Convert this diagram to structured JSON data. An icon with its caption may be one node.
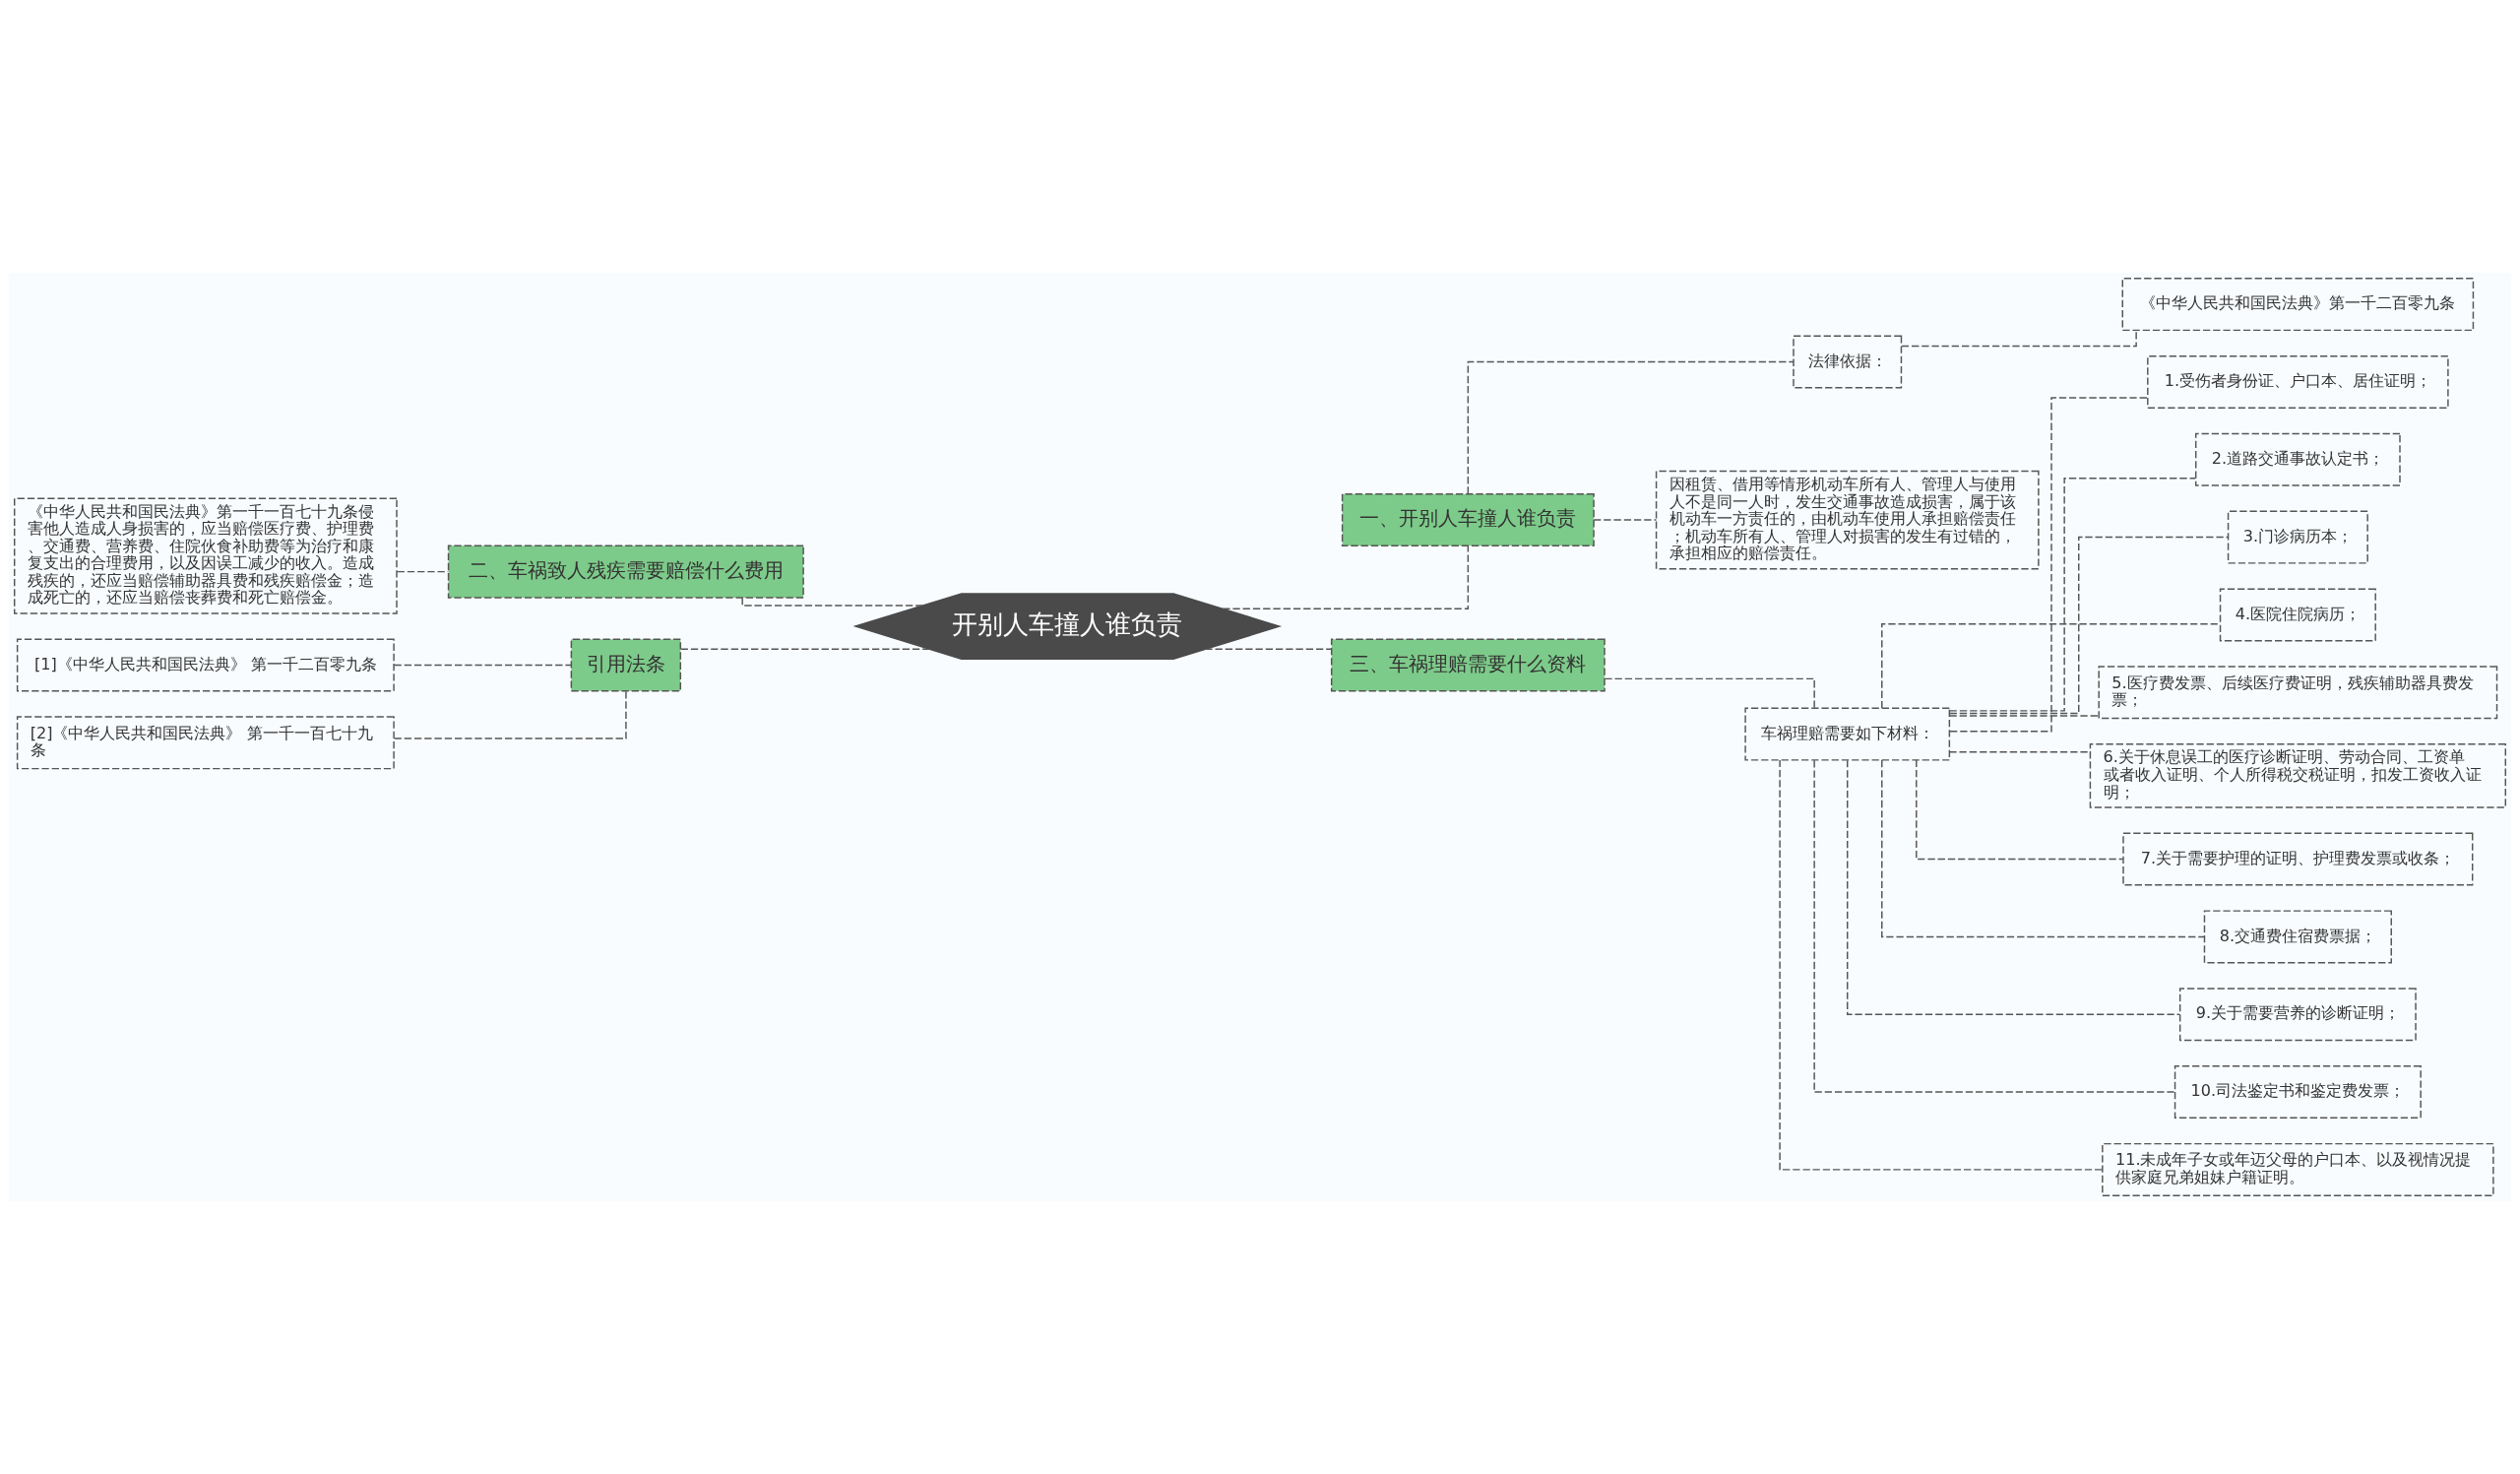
{
  "diagram": {
    "nodes": [
      {
        "text": [
          "开别人车撞人谁负责"
        ]
      },
      {
        "text": [
          "一、开别人车撞人谁负责"
        ]
      },
      {
        "text": [
          "法律依据："
        ]
      },
      {
        "text": [
          "《中华人民共和国民法典》第一千二百零九条"
        ]
      },
      {
        "text": [
          "因租赁、借用等情形机动车所有人、管理人与使用人不是同一人时，发生交通事故造成损害，属于该机动车一方责任的，由机动车使用人承担赔偿责任；机动车所有人、管理人对损害的发生有过错的，承担相应的赔偿责任。"
        ]
      },
      {
        "text": [
          "二、车祸致人残疾需要赔偿什么费用"
        ]
      },
      {
        "text": [
          "《中华人民共和国民法典》第一千一百七十九条侵害他人造成人身损害的，应当赔偿医疗费、护理费、交通费、营养费、住院伙食补助费等为治疗和康复支出的合理费用，以及因误工减少的收入。造成残疾的，还应当赔偿辅助器具费和残疾赔偿金；造成死亡的，还应当赔偿丧葬费和死亡赔偿金。"
        ]
      },
      {
        "text": [
          "引用法条"
        ]
      },
      {
        "text": [
          "[1]《中华人民共和国民法典》 第一千二百零九条"
        ]
      },
      {
        "text": [
          "[2]《中华人民共和国民法典》 第一千一百七十九条"
        ]
      },
      {
        "text": [
          "三、车祸理赔需要什么资料"
        ]
      },
      {
        "text": [
          "车祸理赔需要如下材料："
        ]
      },
      {
        "text": [
          "1.受伤者身份证、户口本、居住证明；"
        ]
      },
      {
        "text": [
          "2.道路交通事故认定书；"
        ]
      },
      {
        "text": [
          "3.门诊病历本；"
        ]
      },
      {
        "text": [
          "4.医院住院病历；"
        ]
      },
      {
        "text": [
          "5.医疗费发票、后续医疗费证明，残疾辅助器具费发票；"
        ]
      },
      {
        "text": [
          "6.关于休息误工的医疗诊断证明、劳动合同、工资单或者收入证明、个人所得税交税证明，扣发工资收入证明；"
        ]
      },
      {
        "text": [
          "7.关于需要护理的证明、护理费发票或收条；"
        ]
      },
      {
        "text": [
          "8.交通费住宿费票据；"
        ]
      },
      {
        "text": [
          "9.关于需要营养的诊断证明；"
        ]
      },
      {
        "text": [
          "10.司法鉴定书和鉴定费发票；"
        ]
      },
      {
        "text": [
          "11.未成年子女或年迈父母的户口本、以及视情况提供家庭兄弟姐妹户籍证明。"
        ]
      }
    ],
    "edges": [
      {
        "from": 0,
        "to": 1,
        "arrow": "none",
        "style": "dashed"
      },
      {
        "from": 1,
        "to": 2,
        "arrow": "none",
        "style": "dashed"
      },
      {
        "from": 2,
        "to": 3,
        "arrow": "none",
        "style": "dashed"
      },
      {
        "from": 1,
        "to": 4,
        "arrow": "none",
        "style": "dashed"
      },
      {
        "from": 0,
        "to": 5,
        "arrow": "none",
        "style": "dashed"
      },
      {
        "from": 5,
        "to": 6,
        "arrow": "none",
        "style": "dashed"
      },
      {
        "from": 0,
        "to": 7,
        "arrow": "none",
        "style": "dashed"
      },
      {
        "from": 7,
        "to": 8,
        "arrow": "none",
        "style": "dashed"
      },
      {
        "from": 7,
        "to": 9,
        "arrow": "none",
        "style": "dashed"
      },
      {
        "from": 0,
        "to": 10,
        "arrow": "none",
        "style": "dashed"
      },
      {
        "from": 10,
        "to": 11,
        "arrow": "none",
        "style": "dashed"
      },
      {
        "from": 11,
        "to": 12,
        "arrow": "none",
        "style": "dashed"
      },
      {
        "from": 11,
        "to": 13,
        "arrow": "none",
        "style": "dashed"
      },
      {
        "from": 11,
        "to": 14,
        "arrow": "none",
        "style": "dashed"
      },
      {
        "from": 11,
        "to": 15,
        "arrow": "none",
        "style": "dashed"
      },
      {
        "from": 11,
        "to": 16,
        "arrow": "none",
        "style": "dashed"
      },
      {
        "from": 11,
        "to": 17,
        "arrow": "none",
        "style": "dashed"
      },
      {
        "from": 11,
        "to": 18,
        "arrow": "none",
        "style": "dashed"
      },
      {
        "from": 11,
        "to": 19,
        "arrow": "none",
        "style": "dashed"
      },
      {
        "from": 11,
        "to": 20,
        "arrow": "none",
        "style": "dashed"
      },
      {
        "from": 11,
        "to": 21,
        "arrow": "none",
        "style": "dashed"
      },
      {
        "from": 11,
        "to": 22,
        "arrow": "none",
        "style": "dashed"
      }
    ]
  }
}
